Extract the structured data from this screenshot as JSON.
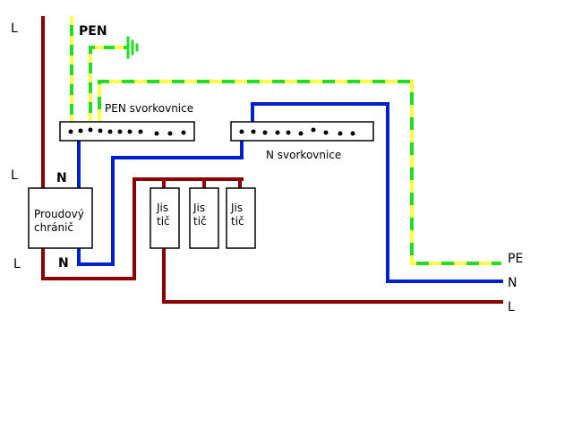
{
  "colors": {
    "phase": "#8b0000",
    "neutral": "#0020d0",
    "protective_green": "#22dd22",
    "protective_yellow": "#ffff44",
    "background": "#ffffff"
  },
  "labels": {
    "l_top": "L",
    "pen_top": "PEN",
    "l_mid": "L",
    "n_rcd_in": "N",
    "l_low": "L",
    "n_rcd_out": "N",
    "pen_terminal": "PEN svorkovnice",
    "n_terminal": "N svorkovnice",
    "pe_out": "PE",
    "n_out": "N",
    "l_out": "L"
  },
  "rcd": {
    "line1": "Proudový",
    "line2": "chránič"
  },
  "breakers": [
    {
      "line1": "Jis",
      "line2": "tič"
    },
    {
      "line1": "Jis",
      "line2": "tič"
    },
    {
      "line1": "Jis",
      "line2": "tič"
    }
  ],
  "icons": {
    "ground": "ground-symbol-icon"
  }
}
